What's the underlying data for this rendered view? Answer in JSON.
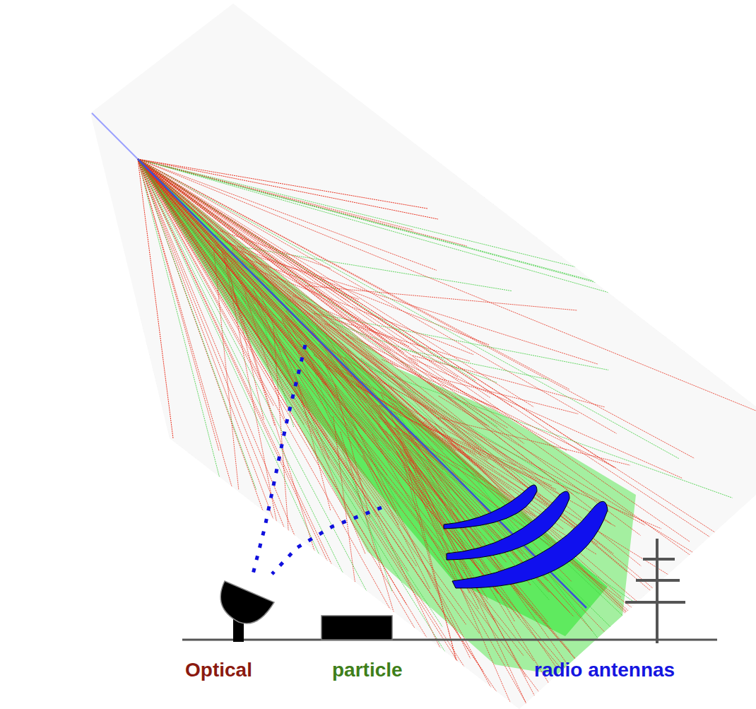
{
  "diagram": {
    "labels": [
      "Optical",
      "particle",
      "radio antennas"
    ]
  }
}
